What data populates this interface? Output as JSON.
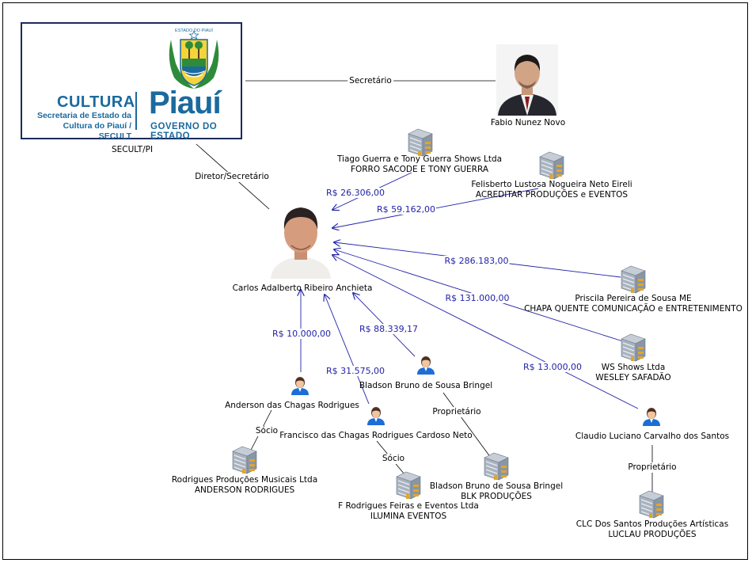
{
  "logo": {
    "cultura": "CULTURA",
    "secretaria_line1": "Secretaria de Estado da",
    "secretaria_line2": "Cultura do Piauí / SECULT",
    "piaui": "Piauí",
    "governo": "GOVERNO DO ESTADO",
    "crest_text": "ESTADO DO PIAUÍ",
    "caption": "SECULT/PI"
  },
  "people": {
    "fabio": "Fabio Nunez Novo",
    "carlos": "Carlos Adalberto Ribeiro Anchieta",
    "anderson": "Anderson das Chagas Rodrigues",
    "francisco": "Francisco das Chagas Rodrigues Cardoso Neto",
    "bladson": "Bladson Bruno de Sousa Bringel",
    "claudio": "Claudio Luciano Carvalho dos Santos"
  },
  "companies": {
    "tiago": {
      "line1": "Tiago Guerra e Tony Guerra Shows Ltda",
      "line2": "FORRO SACODE E TONY GUERRA"
    },
    "felisberto": {
      "line1": "Felisberto Lustosa Nogueira Neto Eireli",
      "line2": "ACREDITAR PRODUÇÕES e EVENTOS"
    },
    "priscila": {
      "line1": "Priscila Pereira de Sousa ME",
      "line2": "CHAPA QUENTE COMUNICAÇÃO e ENTRETENIMENTO"
    },
    "ws": {
      "line1": "WS Shows Ltda",
      "line2": "WESLEY SAFADÃO"
    },
    "rodrigues": {
      "line1": "Rodrigues Produções Musicais Ltda",
      "line2": "ANDERSON RODRIGUES"
    },
    "ffeiras": {
      "line1": "F Rodrigues Feiras e Eventos Ltda",
      "line2": "ILUMINA EVENTOS"
    },
    "blk": {
      "line1": "Bladson Bruno de Sousa Bringel",
      "line2": "BLK PRODUÇÕES"
    },
    "clc": {
      "line1": "CLC Dos Santos Produções Artísticas",
      "line2": "LUCLAU PRODUÇÕES"
    }
  },
  "edges": {
    "secretario": "Secretário",
    "diretor": "Diretor/Secretário",
    "socio1": "Sócio",
    "socio2": "Sócio",
    "proprietario1": "Proprietário",
    "proprietario2": "Proprietário"
  },
  "amounts": {
    "tiago": "R$ 26.306,00",
    "felisberto": "R$ 59.162,00",
    "priscila": "R$ 286.183,00",
    "ws": "R$ 131.000,00",
    "claudio": "R$ 13.000,00",
    "bladson": "R$ 88.339,17",
    "francisco": "R$ 31.575,00",
    "anderson": "R$ 10.000,00"
  },
  "colors": {
    "money_edge": "#2323a8",
    "plain_edge": "#000000",
    "brand": "#1b6a9e"
  }
}
